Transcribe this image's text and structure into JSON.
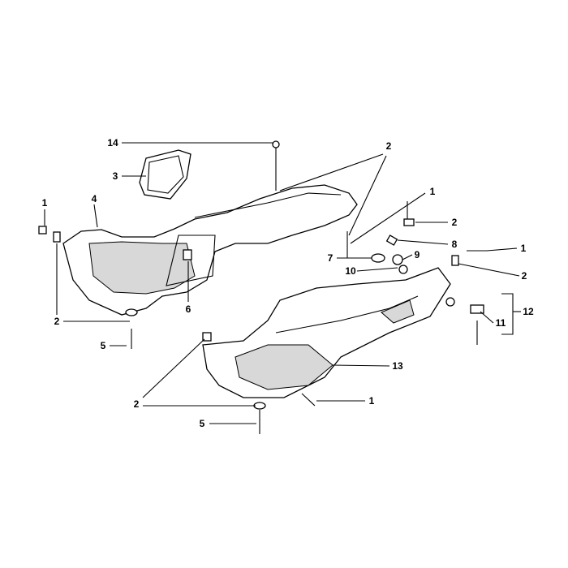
{
  "diagram": {
    "type": "exploded parts diagram",
    "callouts": [
      "14",
      "3",
      "1",
      "4",
      "2",
      "1",
      "2",
      "8",
      "1",
      "7",
      "9",
      "10",
      "2",
      "2",
      "6",
      "12",
      "11",
      "5",
      "13",
      "1",
      "2",
      "5"
    ]
  }
}
